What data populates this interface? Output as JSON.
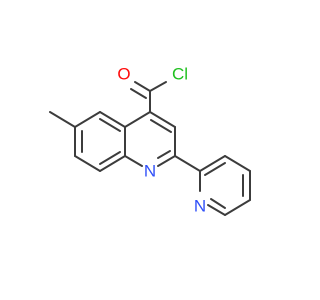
{
  "molecule": {
    "atom_labels": {
      "oxygen": "O",
      "chlorine": "Cl",
      "quinoline_nitrogen": "N",
      "pyridine_nitrogen": "N"
    },
    "colors": {
      "bond": "#3c3c3c",
      "oxygen": "#ff0d0d",
      "chlorine": "#1fc01f",
      "nitrogen": "#3050f8"
    }
  }
}
